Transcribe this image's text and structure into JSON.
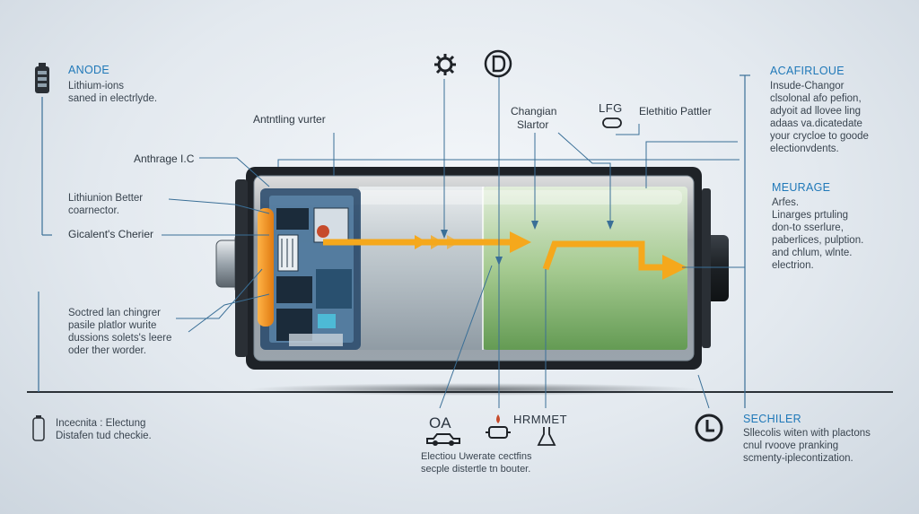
{
  "left": {
    "anode": {
      "title": "ANODE",
      "lines": [
        "Lithium-ions",
        "saned in electrlyde."
      ]
    },
    "labels": [
      "Anthrage I.C",
      "Lithiunion Better",
      "coarnector.",
      "Gicalent's Cherier"
    ],
    "stacked": [
      "Soctred lan chingrer",
      "pasile platlor wurite",
      "dussions solets's leere",
      "oder ther worder."
    ],
    "bottom": [
      "Incecnita : Electung",
      "Distafen tud checkie."
    ]
  },
  "top": {
    "anchor_label": "Antntling vurter",
    "charger": [
      "Changian",
      "Slartor"
    ],
    "lfo": "LFG",
    "patter": "Elethitio Pattler"
  },
  "right": {
    "block1": {
      "title": "ACAFIRLOUE",
      "lines": [
        "Insude-Changor",
        "clsolonal afo pefion,",
        "adyoit ad llovee ling",
        "adaas va.dicatedate",
        "your crycloe to goode",
        "electionvdents."
      ]
    },
    "block2": {
      "title": "MEURAGE",
      "lines": [
        "Arfes.",
        "Linarges prtuling",
        "don-to sserlure,",
        "paberlices, pulption.",
        "and chlum, wlnte.",
        "electrion."
      ]
    },
    "block3": {
      "title": "SECHILER",
      "lines": [
        "Sllecolis witen with plactons",
        "cnul rvoove pranking",
        "scmenty-iplecontization."
      ]
    }
  },
  "bottom": {
    "oa": "OA",
    "hrmmet": "HRMMET",
    "caption": [
      "Electiou Uwerate cectfins",
      "secple distertle tn bouter."
    ]
  },
  "colors": {
    "accent": "#1f78b8",
    "arrow": "#f5a81c",
    "electrolyte": "#7fb86a",
    "casing": "#23272c"
  }
}
